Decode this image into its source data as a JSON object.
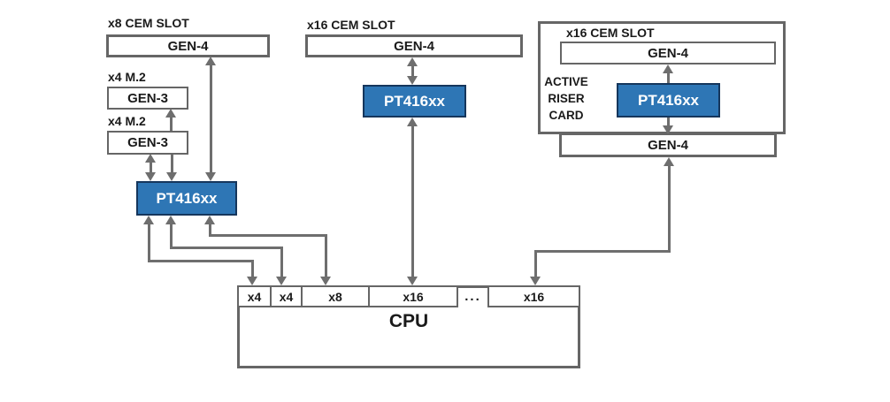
{
  "colors": {
    "accent": "#2E76B5",
    "switch_border": "#15365C",
    "box_border": "#666666",
    "arrow": "#6E6E6E",
    "ink": "#1A1A1A"
  },
  "left_slot": {
    "label": "x8 CEM SLOT",
    "gen": "GEN-4"
  },
  "m2_slots": [
    {
      "label": "x4 M.2",
      "gen": "GEN-3"
    },
    {
      "label": "x4 M.2",
      "gen": "GEN-3"
    }
  ],
  "switches": {
    "left": "PT416xx",
    "middle": "PT416xx",
    "riser": "PT416xx"
  },
  "mid_slot": {
    "label": "x16 CEM SLOT",
    "gen": "GEN-4"
  },
  "riser": {
    "card_lines": [
      "ACTIVE",
      "RISER",
      "CARD"
    ],
    "slot_label": "x16 CEM SLOT",
    "slot_gen": "GEN-4",
    "lower_gen": "GEN-4"
  },
  "cpu": {
    "label": "CPU",
    "lanes": [
      "x4",
      "x4",
      "x8",
      "x16",
      "...",
      "x16"
    ]
  }
}
